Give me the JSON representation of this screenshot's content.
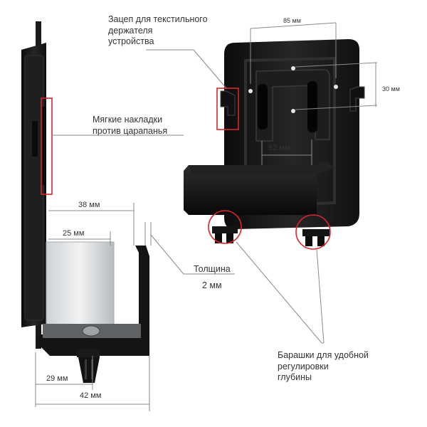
{
  "callouts": {
    "hook": [
      "Зацеп для текстильного",
      "держателя",
      "устройства"
    ],
    "pads": [
      "Мягкие накладки",
      "против царапанья"
    ],
    "thickness_title": "Толщина",
    "thickness_value": "2 мм",
    "knobs": [
      "Барашки для удобной",
      "регулировки",
      "глубины"
    ]
  },
  "dimensions": {
    "d85": "85 мм",
    "d30": "30 мм",
    "d52": "52 мм",
    "d38": "38 мм",
    "d25": "25 мм",
    "d29": "29 мм",
    "d42": "42 мм"
  },
  "colors": {
    "callout_red": "#d9262b",
    "line_grey": "#8a8a8a",
    "metal_black": "#161616"
  }
}
